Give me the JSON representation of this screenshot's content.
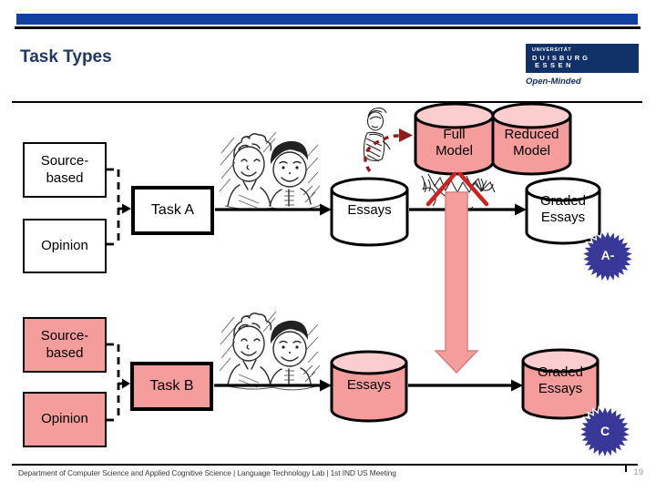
{
  "slide": {
    "title": "Task Types",
    "footer": "Department of Computer Science and Applied Cognitive Science |  Language Technology Lab | 1st IND US Meeting",
    "page_number": "19"
  },
  "logo": {
    "university": "UNIVERSITÄT",
    "city1": "DUISBURG",
    "city2": "ESSEN",
    "tagline": "Open-Minded"
  },
  "diagram": {
    "top": {
      "source": "Source-based",
      "opinion": "Opinion",
      "task": "Task A",
      "essays": "Essays",
      "full_model": "Full Model",
      "reduced_model": "Reduced Model",
      "graded_essays": "Graded Essays",
      "grade": "A-"
    },
    "bottom": {
      "source": "Source-based",
      "opinion": "Opinion",
      "task": "Task B",
      "essays": "Essays",
      "graded_essays": "Graded Essays",
      "grade": "C"
    }
  },
  "theme": {
    "pink": "#F59C9C",
    "pink-light": "#FACDCE",
    "badge-navy": "#383899",
    "bar-blue": "#1240A0",
    "logo-navy": "#103168",
    "title-navy": "#1F3864",
    "red": "#CE2121",
    "dark-red": "#8F1B1B"
  }
}
